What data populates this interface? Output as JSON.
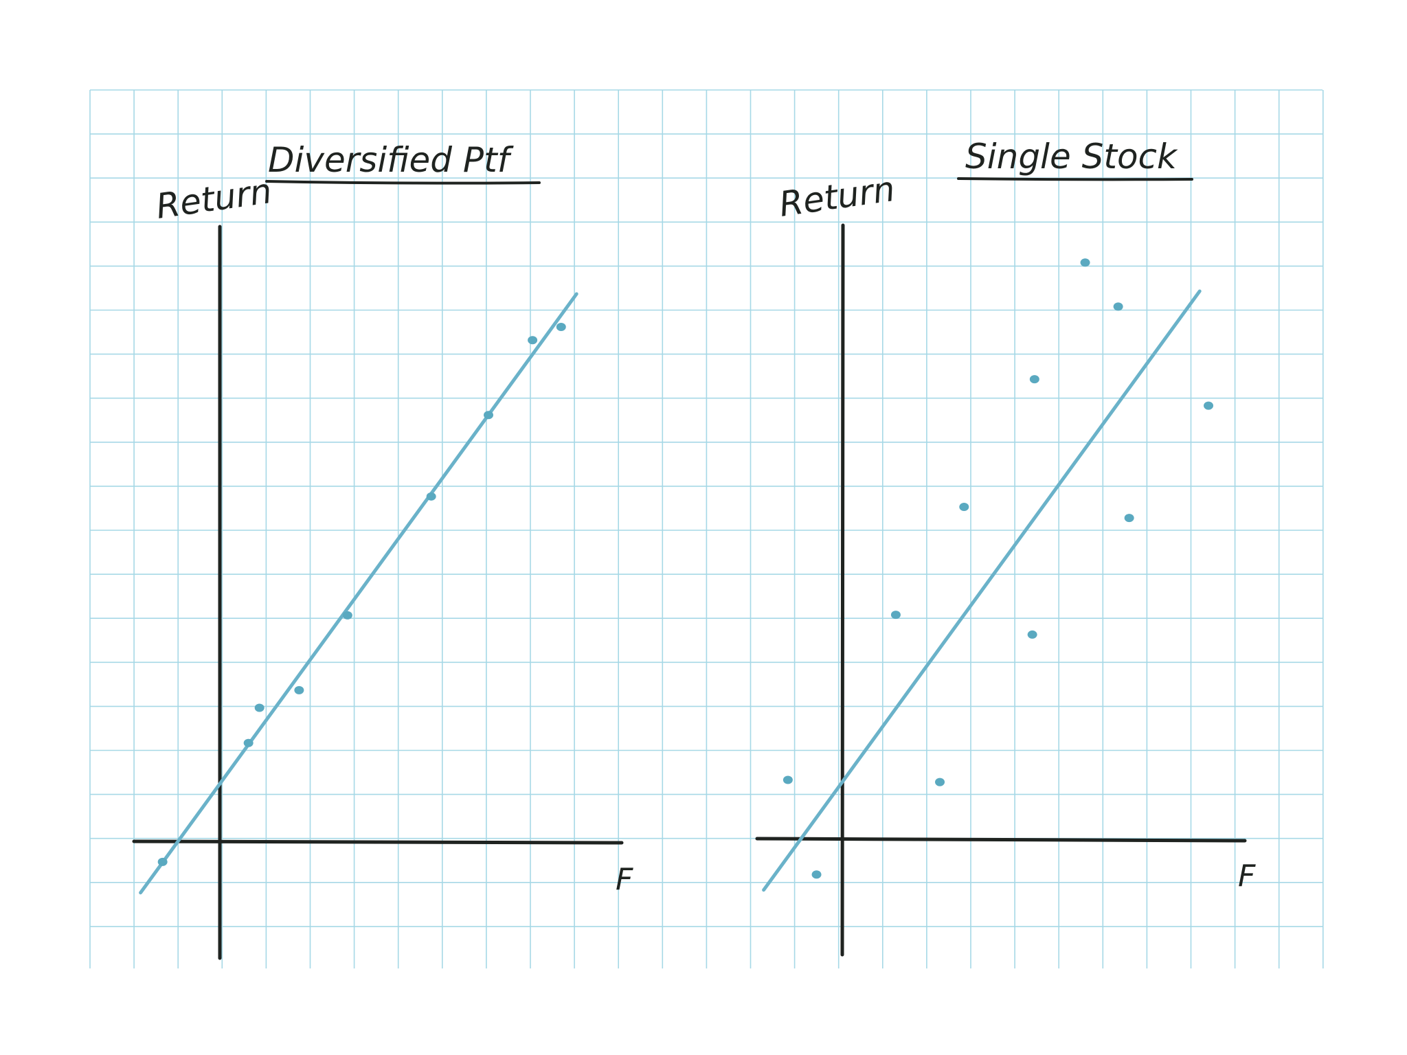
{
  "colors": {
    "grid": "#a6d8e6",
    "axis": "#1f2320",
    "fit_line": "#6ab2c9",
    "points": "#5aa9c0"
  },
  "chart_data": [
    {
      "type": "scatter",
      "title": "Diversified Ptf",
      "xlabel": "F",
      "ylabel": "Return",
      "grid": true,
      "points": [
        {
          "x": -1.3,
          "y": -0.45
        },
        {
          "x": 0.65,
          "y": 2.25
        },
        {
          "x": 0.9,
          "y": 3.05
        },
        {
          "x": 1.8,
          "y": 3.45
        },
        {
          "x": 2.9,
          "y": 5.15
        },
        {
          "x": 4.8,
          "y": 7.85
        },
        {
          "x": 6.1,
          "y": 9.7
        },
        {
          "x": 7.1,
          "y": 11.4
        },
        {
          "x": 7.75,
          "y": 11.7
        }
      ],
      "fit_line": {
        "x": [
          -1.8,
          8.1
        ],
        "y": [
          -1.15,
          12.45
        ]
      }
    },
    {
      "type": "scatter",
      "title": "Single Stock",
      "xlabel": "F",
      "ylabel": "Return",
      "grid": true,
      "points": [
        {
          "x": -1.25,
          "y": 1.35
        },
        {
          "x": -0.6,
          "y": -0.8
        },
        {
          "x": 1.2,
          "y": 5.1
        },
        {
          "x": 2.2,
          "y": 1.3
        },
        {
          "x": 2.75,
          "y": 7.55
        },
        {
          "x": 4.3,
          "y": 4.65
        },
        {
          "x": 4.35,
          "y": 10.45
        },
        {
          "x": 5.5,
          "y": 13.1
        },
        {
          "x": 6.25,
          "y": 12.1
        },
        {
          "x": 6.5,
          "y": 7.3
        },
        {
          "x": 8.3,
          "y": 9.85
        }
      ],
      "fit_line": {
        "x": [
          -1.8,
          8.1
        ],
        "y": [
          -1.15,
          12.45
        ]
      }
    }
  ]
}
